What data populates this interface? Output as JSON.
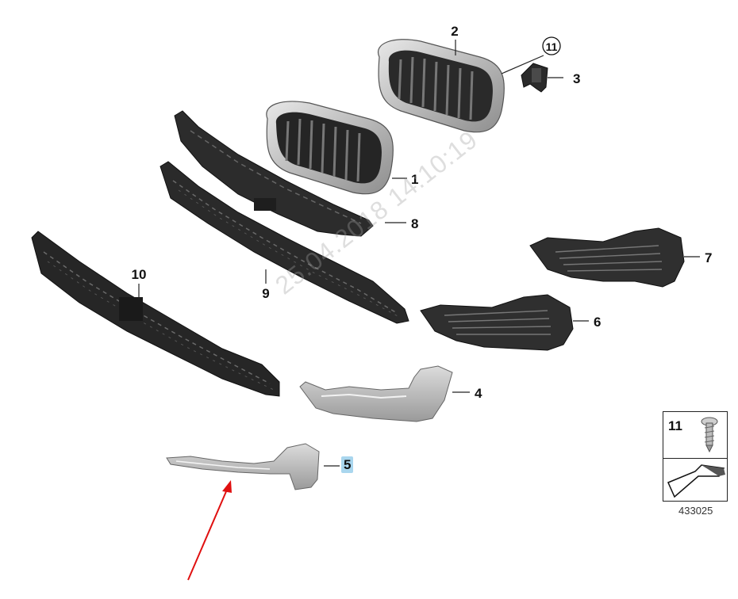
{
  "parts": [
    {
      "id": "1",
      "label": "1"
    },
    {
      "id": "2",
      "label": "2"
    },
    {
      "id": "3",
      "label": "3"
    },
    {
      "id": "4",
      "label": "4"
    },
    {
      "id": "5",
      "label": "5"
    },
    {
      "id": "6",
      "label": "6"
    },
    {
      "id": "7",
      "label": "7"
    },
    {
      "id": "8",
      "label": "8"
    },
    {
      "id": "9",
      "label": "9"
    },
    {
      "id": "10",
      "label": "10"
    }
  ],
  "circled_label": "11",
  "watermark": "25.04.2018 14:10:19",
  "legend": {
    "item_number": "11"
  },
  "reference_number": "433025",
  "colors": {
    "arrow": "#e01010",
    "highlight": "#a9d6ee",
    "grille_dark": "#1f1f1f",
    "chrome": "#c8c8c8"
  }
}
